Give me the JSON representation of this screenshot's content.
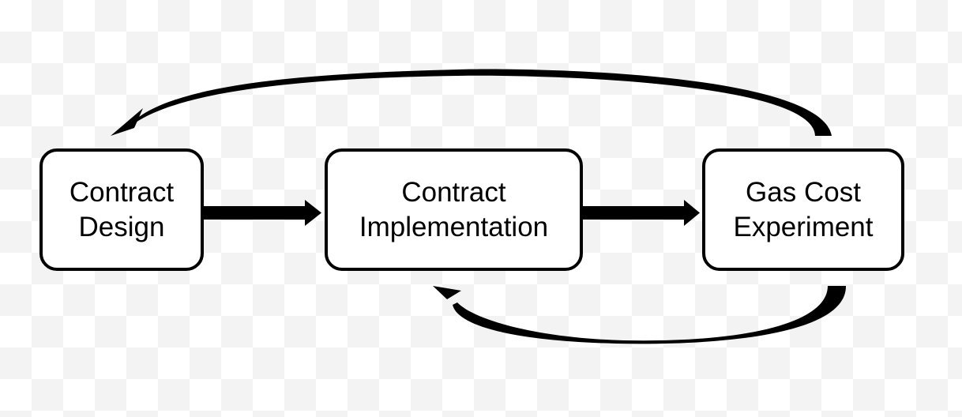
{
  "nodes": [
    {
      "id": "design",
      "lines": [
        "Contract",
        "Design"
      ]
    },
    {
      "id": "impl",
      "lines": [
        "Contract",
        "Implementation"
      ]
    },
    {
      "id": "gas",
      "lines": [
        "Gas Cost",
        "Experiment"
      ]
    }
  ],
  "edges": [
    {
      "from": "design",
      "to": "impl",
      "style": "straight-arrow"
    },
    {
      "from": "impl",
      "to": "gas",
      "style": "straight-arrow"
    },
    {
      "from": "gas",
      "to": "design",
      "style": "curved-arrow-top"
    },
    {
      "from": "gas",
      "to": "impl",
      "style": "curved-arrow-bottom"
    }
  ],
  "colors": {
    "stroke": "#000000",
    "box_fill": "#ffffff",
    "background": "#ffffff",
    "checker": "#f3f3f3"
  }
}
